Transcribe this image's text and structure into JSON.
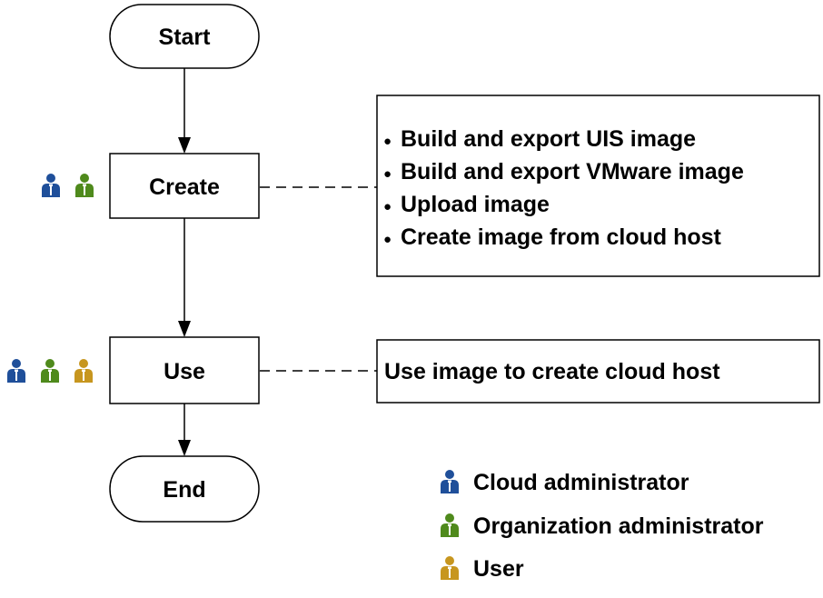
{
  "colors": {
    "cloud_admin": "#1f4f9a",
    "org_admin": "#4f8a1c",
    "user": "#c7961f",
    "line": "#000000",
    "background": "#ffffff"
  },
  "flow": {
    "start": "Start",
    "create": "Create",
    "use": "Use",
    "end": "End"
  },
  "create_note": {
    "bullet": "●",
    "items": [
      "Build and export UIS image",
      "Build and export VMware image",
      "Upload image",
      "Create image from cloud host"
    ]
  },
  "use_note": {
    "text": "Use image to create cloud host"
  },
  "roles": {
    "create": [
      "cloud-administrator",
      "organization-administrator"
    ],
    "use": [
      "cloud-administrator",
      "organization-administrator",
      "user"
    ]
  },
  "legend": {
    "cloud_admin": "Cloud administrator",
    "org_admin": "Organization administrator",
    "user": "User"
  }
}
